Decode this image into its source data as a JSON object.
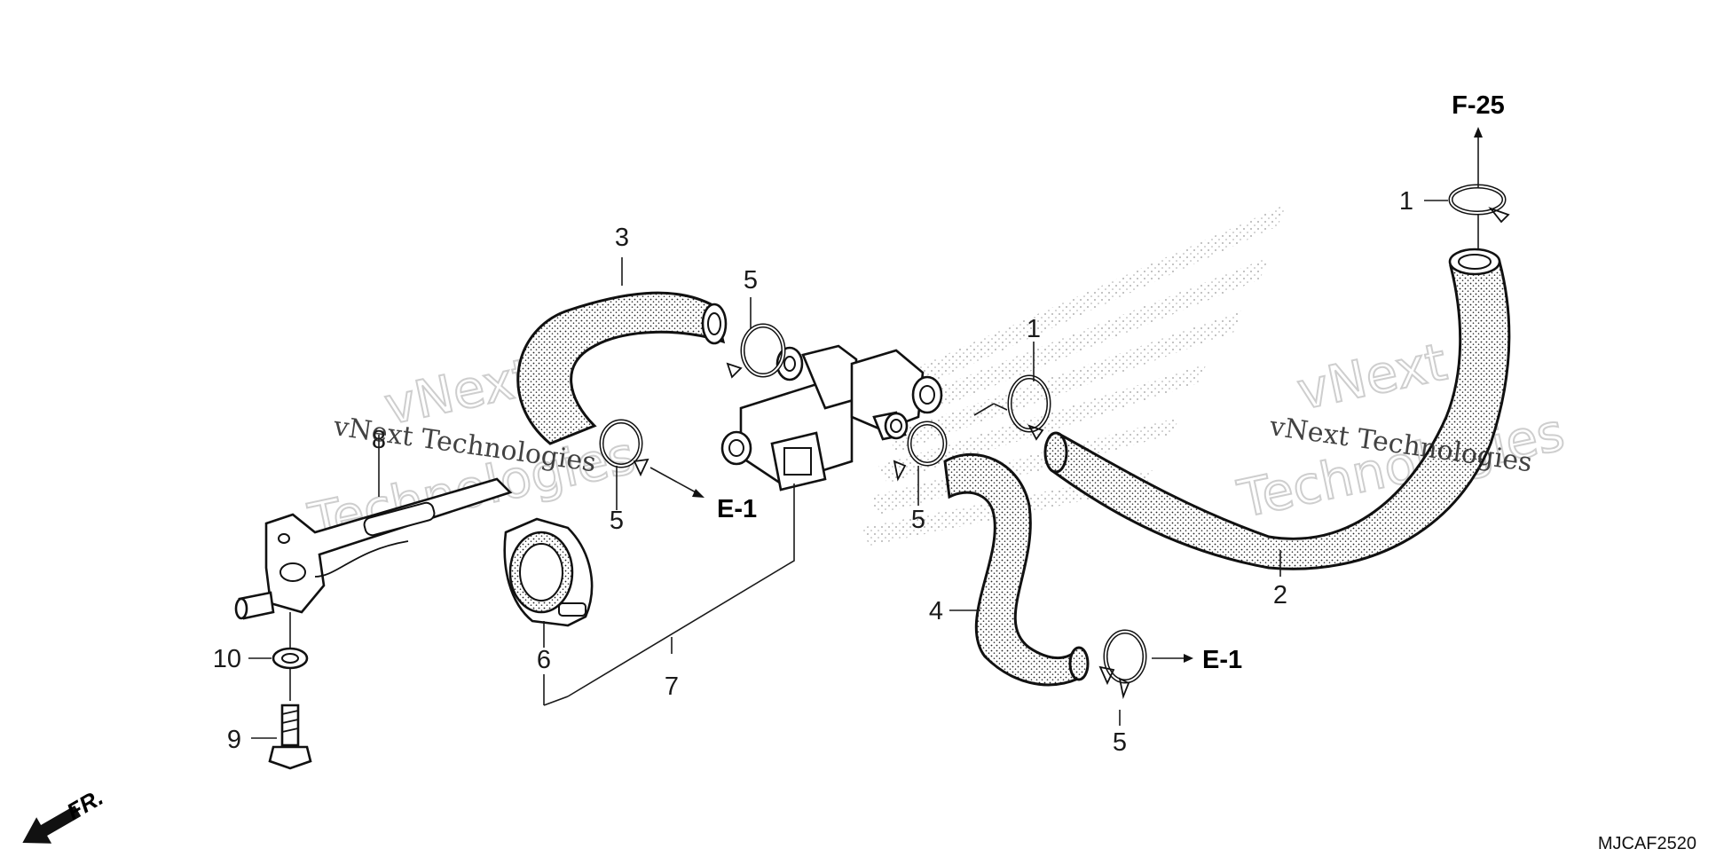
{
  "callouts": {
    "c1_top": "1",
    "c1_mid": "1",
    "c2": "2",
    "c3": "3",
    "c4": "4",
    "c5_a": "5",
    "c5_b": "5",
    "c5_c": "5",
    "c5_d": "5",
    "c6": "6",
    "c7": "7",
    "c8": "8",
    "c9": "9",
    "c10": "10"
  },
  "references": {
    "f25": "F-25",
    "e1_left": "E-1",
    "e1_right": "E-1"
  },
  "direction": {
    "label": "FR."
  },
  "catalog_code": "MJCAF2520",
  "watermarks": {
    "small_left": "vNext Technologies",
    "small_right": "vNext Technologies",
    "big_left_line1": "vNext",
    "big_left_line2": "Technologies",
    "big_right_line1": "vNext",
    "big_right_line2": "Technologies"
  },
  "icons": {
    "front_arrow": "front-direction-arrow-icon"
  }
}
